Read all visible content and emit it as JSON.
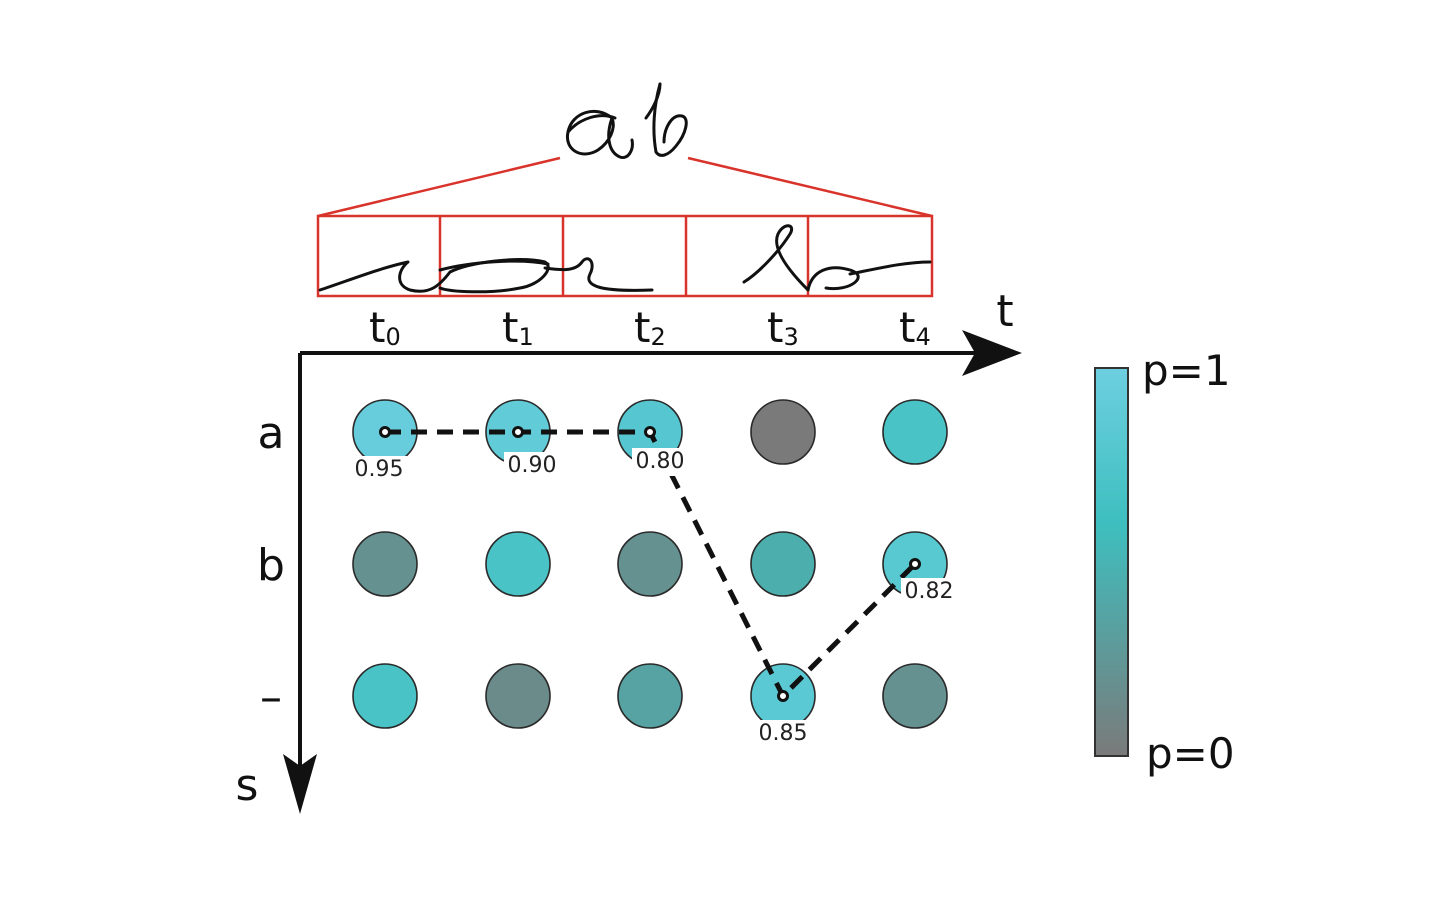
{
  "axes": {
    "time_label": "t",
    "state_label": "s"
  },
  "time_steps": [
    {
      "base": "t",
      "sub": "0"
    },
    {
      "base": "t",
      "sub": "1"
    },
    {
      "base": "t",
      "sub": "2"
    },
    {
      "base": "t",
      "sub": "3"
    },
    {
      "base": "t",
      "sub": "4"
    }
  ],
  "states": [
    "a",
    "b",
    "–"
  ],
  "probabilities": [
    [
      0.95,
      0.9,
      0.8,
      0.0,
      0.7
    ],
    [
      0.2,
      0.7,
      0.2,
      0.45,
      0.82
    ],
    [
      0.7,
      0.15,
      0.35,
      0.85,
      0.2
    ]
  ],
  "best_path": [
    {
      "col": 0,
      "row": 0,
      "label": "0.95"
    },
    {
      "col": 1,
      "row": 0,
      "label": "0.90"
    },
    {
      "col": 2,
      "row": 0,
      "label": "0.80"
    },
    {
      "col": 3,
      "row": 2,
      "label": "0.85"
    },
    {
      "col": 4,
      "row": 1,
      "label": "0.82"
    }
  ],
  "colorbar": {
    "top_label": "p=1",
    "bottom_label": "p=0",
    "color_high": "#6dcfe0",
    "color_mid": "#3ebfbf",
    "color_low": "#7a7a7a"
  },
  "colors": {
    "frame": "#d9342b",
    "path": "#111111",
    "axis": "#111111"
  }
}
